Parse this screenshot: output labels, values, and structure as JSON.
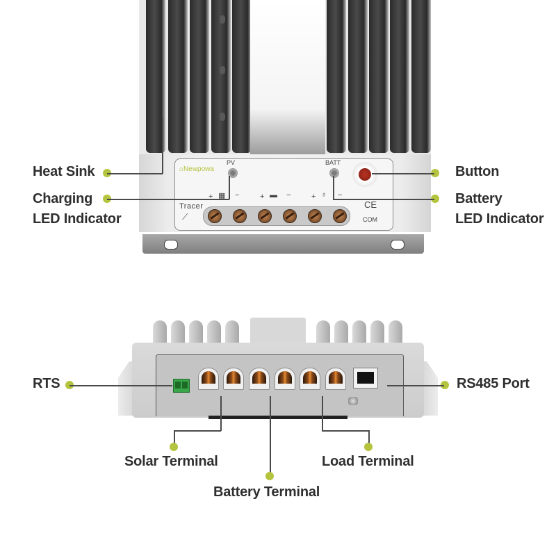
{
  "top_view": {
    "panel": {
      "brand_logo": "Newpowa",
      "pv_label": "PV",
      "batt_label": "BATT",
      "model_label": "Tracer",
      "ce_mark": "CE",
      "com_label": "COM",
      "terminal_signs": [
        "+",
        "−",
        "+",
        "−",
        "+",
        "−"
      ],
      "terminal_icons": [
        "solar-panel-icon",
        "battery-icon",
        "bulb-icon"
      ]
    },
    "callouts_left": [
      {
        "id": "heat-sink",
        "label": "Heat Sink"
      },
      {
        "id": "charging-led",
        "label_line1": "Charging",
        "label_line2": "LED Indicator"
      }
    ],
    "callouts_right": [
      {
        "id": "button",
        "label": "Button"
      },
      {
        "id": "battery-led",
        "label_line1": "Battery",
        "label_line2": "LED Indicator"
      }
    ]
  },
  "bottom_view": {
    "callouts_side": [
      {
        "id": "rts",
        "label": "RTS"
      },
      {
        "id": "rs485",
        "label": "RS485 Port"
      }
    ],
    "callouts_below": [
      {
        "id": "solar-terminal",
        "label": "Solar Terminal"
      },
      {
        "id": "battery-terminal",
        "label": "Battery Terminal"
      },
      {
        "id": "load-terminal",
        "label": "Load Terminal"
      }
    ]
  },
  "colors": {
    "accent_dot": "#b5c43e",
    "label_text": "#2f2f2f",
    "leader_line": "#4a4a4a",
    "button_red": "#9a2a1a",
    "rts_green": "#3aa64a"
  }
}
